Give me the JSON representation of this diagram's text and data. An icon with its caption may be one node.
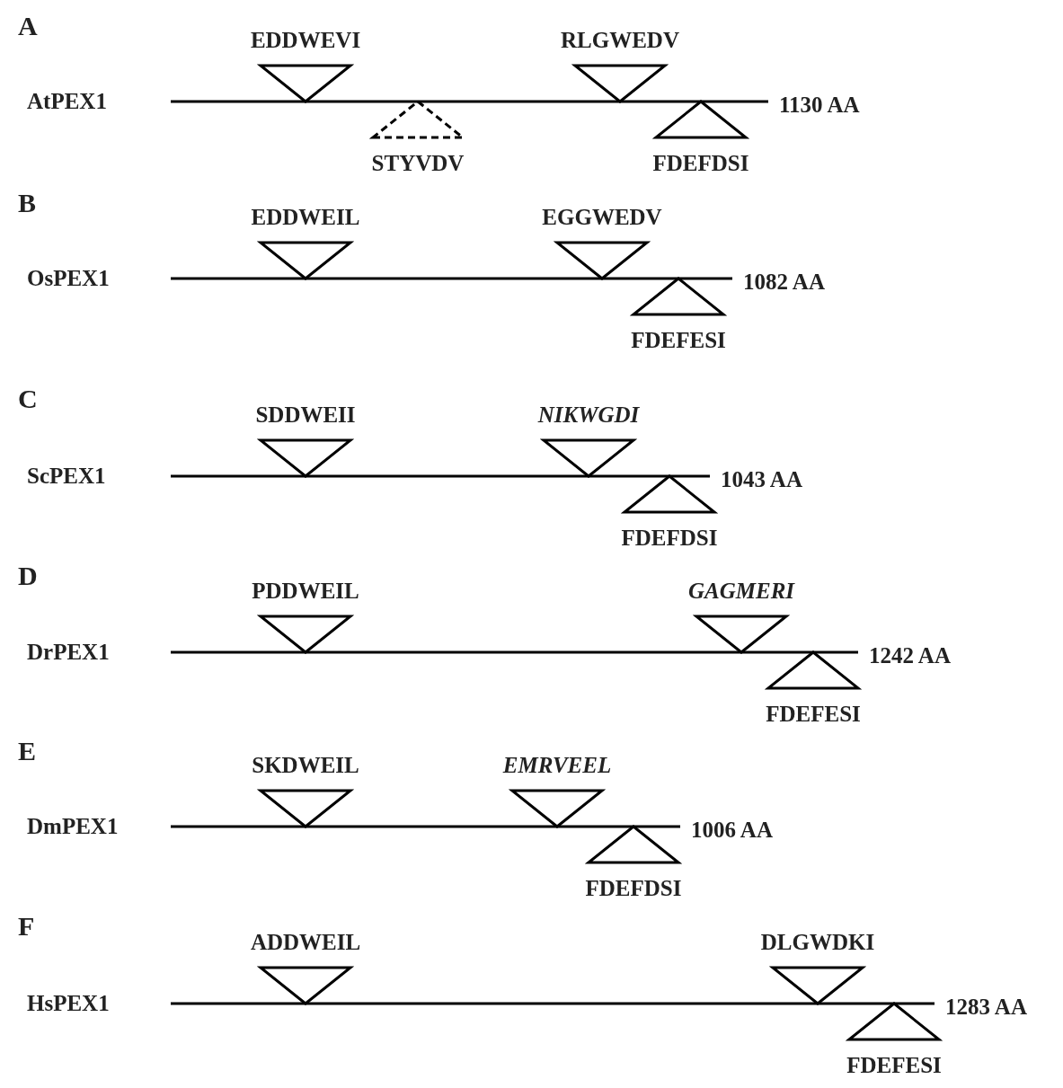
{
  "diagram": {
    "labels": [
      "A",
      "AtPEX1",
      "EDDWEVI",
      "RLGWEDV",
      "1130 AA",
      "STYVDV",
      "FDEFDSI",
      "B",
      "OsPEX1",
      "EDDWEIL",
      "EGGWEDV",
      "1082 AA",
      "FDEFESI",
      "C",
      "ScPEX1",
      "SDDWEII",
      "NIKWGDI",
      "1043 AA",
      "FDEFDSI",
      "D",
      "DrPEX1",
      "PDDWEIL",
      "GAGMERI",
      "1242 AA",
      "FDEFESI",
      "E",
      "DmPEX1",
      "SKDWEIL",
      "EMRVEEL",
      "1006 AA",
      "FDEFDSI",
      "F",
      "HsPEX1",
      "ADDWEIL",
      "DLGWDKI",
      "1283 AA",
      "FDEFESI"
    ]
  }
}
